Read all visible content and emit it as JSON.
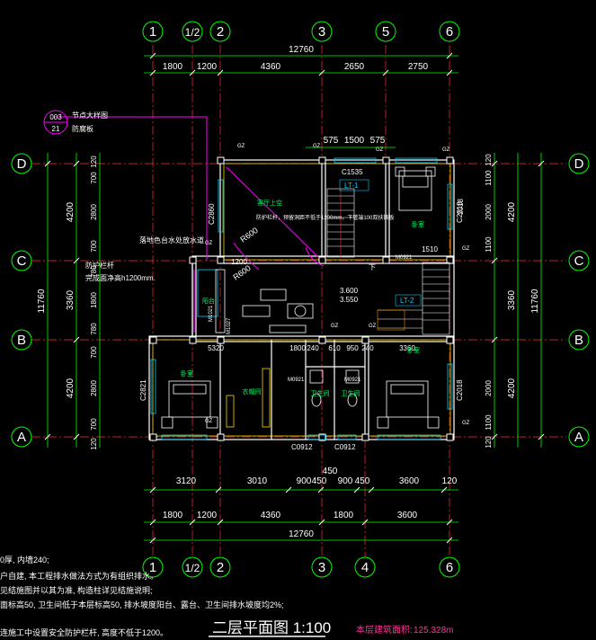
{
  "axes": {
    "columns_top": [
      "1",
      "1/2",
      "2",
      "3",
      "5",
      "6"
    ],
    "columns_bottom": [
      "1",
      "1/2",
      "2",
      "3",
      "4",
      "6"
    ],
    "rows_left": [
      "D",
      "C",
      "B",
      "A"
    ],
    "rows_right": [
      "D",
      "C",
      "B",
      "A"
    ]
  },
  "dimensions": {
    "top_total": "12760",
    "top_segments": [
      "1800",
      "1200",
      "4360",
      "2650",
      "2750"
    ],
    "top_stair": [
      "575",
      "1500",
      "575"
    ],
    "bottom_detail": [
      "3120",
      "3010",
      "900",
      "450",
      "900",
      "450",
      "3600",
      "120"
    ],
    "bottom_detail_mid": "450",
    "bottom_segments": [
      "1800",
      "1200",
      "4360",
      "1800",
      "3600"
    ],
    "bottom_total": "12760",
    "left_total": "11760",
    "left_segments": [
      "4200",
      "3360",
      "4200"
    ],
    "left_detail": [
      "120",
      "700",
      "2800",
      "700",
      "780",
      "1800",
      "780",
      "700",
      "2800",
      "700",
      "120"
    ],
    "right_total": "11760",
    "right_segments": [
      "4200",
      "3360",
      "4200"
    ],
    "right_detail": [
      "1100",
      "120",
      "2000",
      "1100",
      "2018",
      "2000",
      "1100",
      "120"
    ],
    "interior": [
      "5320",
      "1800",
      "240",
      "610",
      "950",
      "240",
      "3360",
      "1200",
      "1510"
    ]
  },
  "rooms": {
    "void": "客厅上空",
    "bedroom_ne": "卧室",
    "bedroom_sw": "卧室",
    "bedroom_se": "卧室",
    "cloakroom": "衣帽间",
    "bath_1": "卫生间",
    "bath_2": "卫生间",
    "balcony": "阳台"
  },
  "callout": {
    "ref_top": "003",
    "ref_bottom": "21",
    "line1": "节点大样图",
    "line2": "防腐板"
  },
  "annotations": {
    "pipe_note": "落地色台水处放水道",
    "rail_line1": "防护栏杆",
    "rail_line2": "完成面净高h1200mm.",
    "rail_detail": "防护栏杆，预留洞距不低于1200mm，下管端100双扶铸板",
    "r600_a": "R600",
    "r600_b": "R600",
    "level_1": "3.600",
    "level_2": "3.550",
    "down": "下",
    "lt1": "LT-1",
    "lt2": "LT-2"
  },
  "doors_windows": {
    "c1535": "C1535",
    "c2860": "C2860",
    "c2018_top": "C2018",
    "c2018_bottom": "C2018",
    "c2821": "C2821",
    "c0912_a": "C0912",
    "c0912_b": "C0912",
    "m0921_a": "M0921",
    "m0921_b": "M0921",
    "m0921_c": "M0921",
    "m1027": "M1027",
    "m1021": "M1021",
    "gz": "GZ"
  },
  "notes": [
    "0厚, 内墙240;",
    "户自建, 本工程排水做法方式为有组织排水。",
    "见结施图并以其为准, 构造柱详见结施说明;",
    "面标高50, 卫生间低于本层标高50, 排水坡度阳台、露台、卫生间排水坡度均2%;",
    "连施工中设置安全防护栏杆, 高度不低于1200。"
  ],
  "title": "二层平面图 1:100",
  "area_label": "本层建筑面积:",
  "area_value": "125.328m",
  "colors": {
    "axis": "#00ff00",
    "wall": "#ffffff",
    "wall_fill": "#ffd700",
    "window": "#00d0ff",
    "axis_line_red": "#ff3030",
    "callout": "#ff00ff",
    "room_text": "#00ff66",
    "area_text": "#ff3399",
    "background": "#000000"
  }
}
